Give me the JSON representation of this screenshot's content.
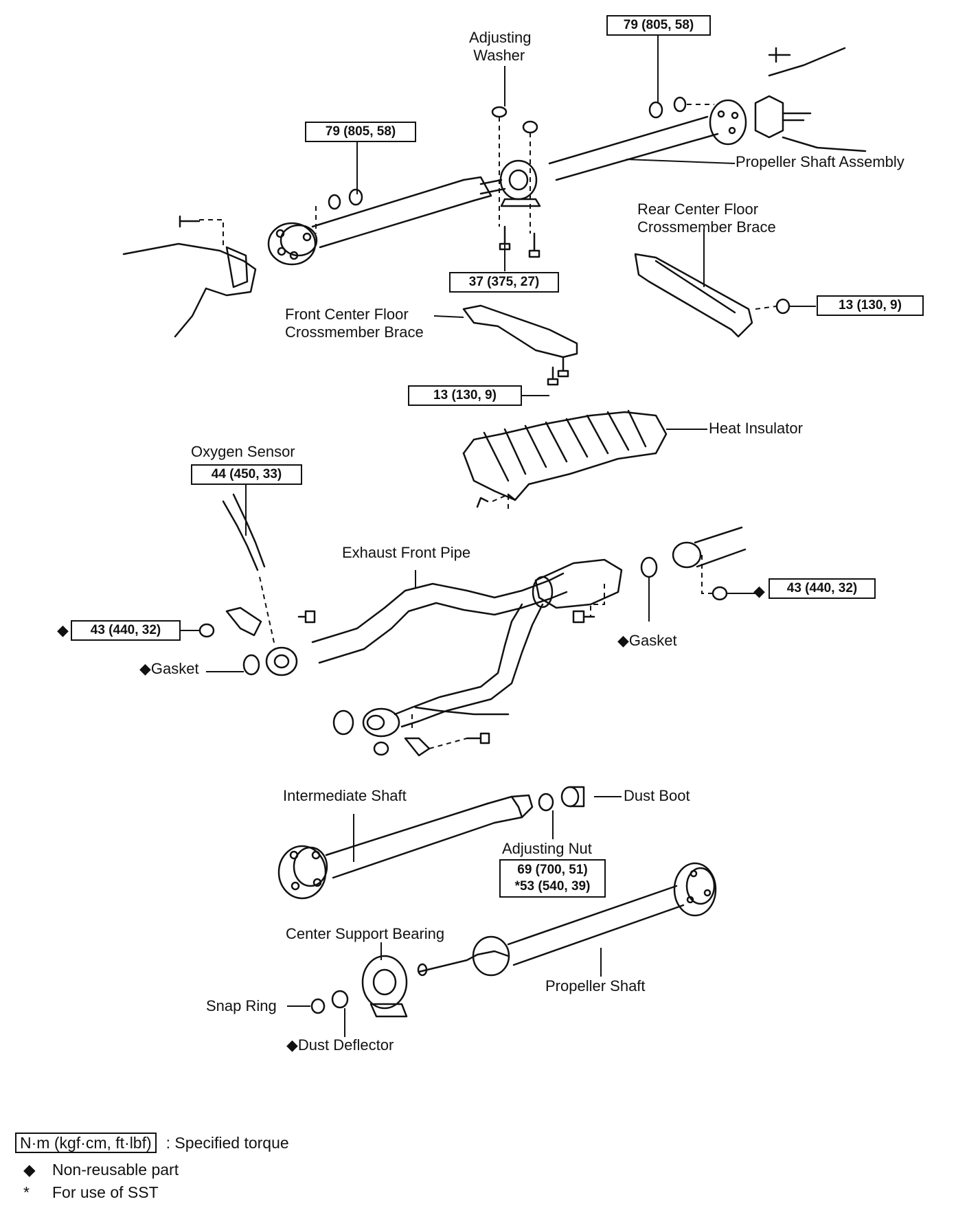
{
  "labels": {
    "adjusting_washer_1": "Adjusting",
    "adjusting_washer_2": "Washer",
    "propeller_shaft_assembly": "Propeller Shaft Assembly",
    "rear_brace_1": "Rear Center Floor",
    "rear_brace_2": "Crossmember Brace",
    "front_brace_1": "Front Center Floor",
    "front_brace_2": "Crossmember Brace",
    "heat_insulator": "Heat Insulator",
    "oxygen_sensor": "Oxygen Sensor",
    "exhaust_front_pipe": "Exhaust Front Pipe",
    "gasket_left": "Gasket",
    "gasket_right": "Gasket",
    "intermediate_shaft": "Intermediate Shaft",
    "dust_boot": "Dust Boot",
    "adjusting_nut": "Adjusting Nut",
    "center_support_bearing": "Center Support Bearing",
    "propeller_shaft": "Propeller Shaft",
    "snap_ring": "Snap Ring",
    "dust_deflector": "Dust Deflector"
  },
  "torques": {
    "rear_flange": "79 (805, 58)",
    "front_flange": "79 (805, 58)",
    "center_bearing": "37 (375, 27)",
    "rear_brace": "13 (130, 9)",
    "front_brace": "13 (130, 9)",
    "oxygen_sensor": "44 (450, 33)",
    "front_pipe_left": "43 (440, 32)",
    "front_pipe_right": "43 (440, 32)",
    "adjusting_nut_1": "69 (700, 51)",
    "adjusting_nut_2": "*53 (540, 39)"
  },
  "symbols": {
    "non_reusable": "◆",
    "sst": "*"
  },
  "legend": {
    "torque_unit": "N·m (kgf·cm, ft·lbf)",
    "torque_desc": ":  Specified torque",
    "non_reusable": "Non-reusable part",
    "sst": "For use of SST"
  }
}
